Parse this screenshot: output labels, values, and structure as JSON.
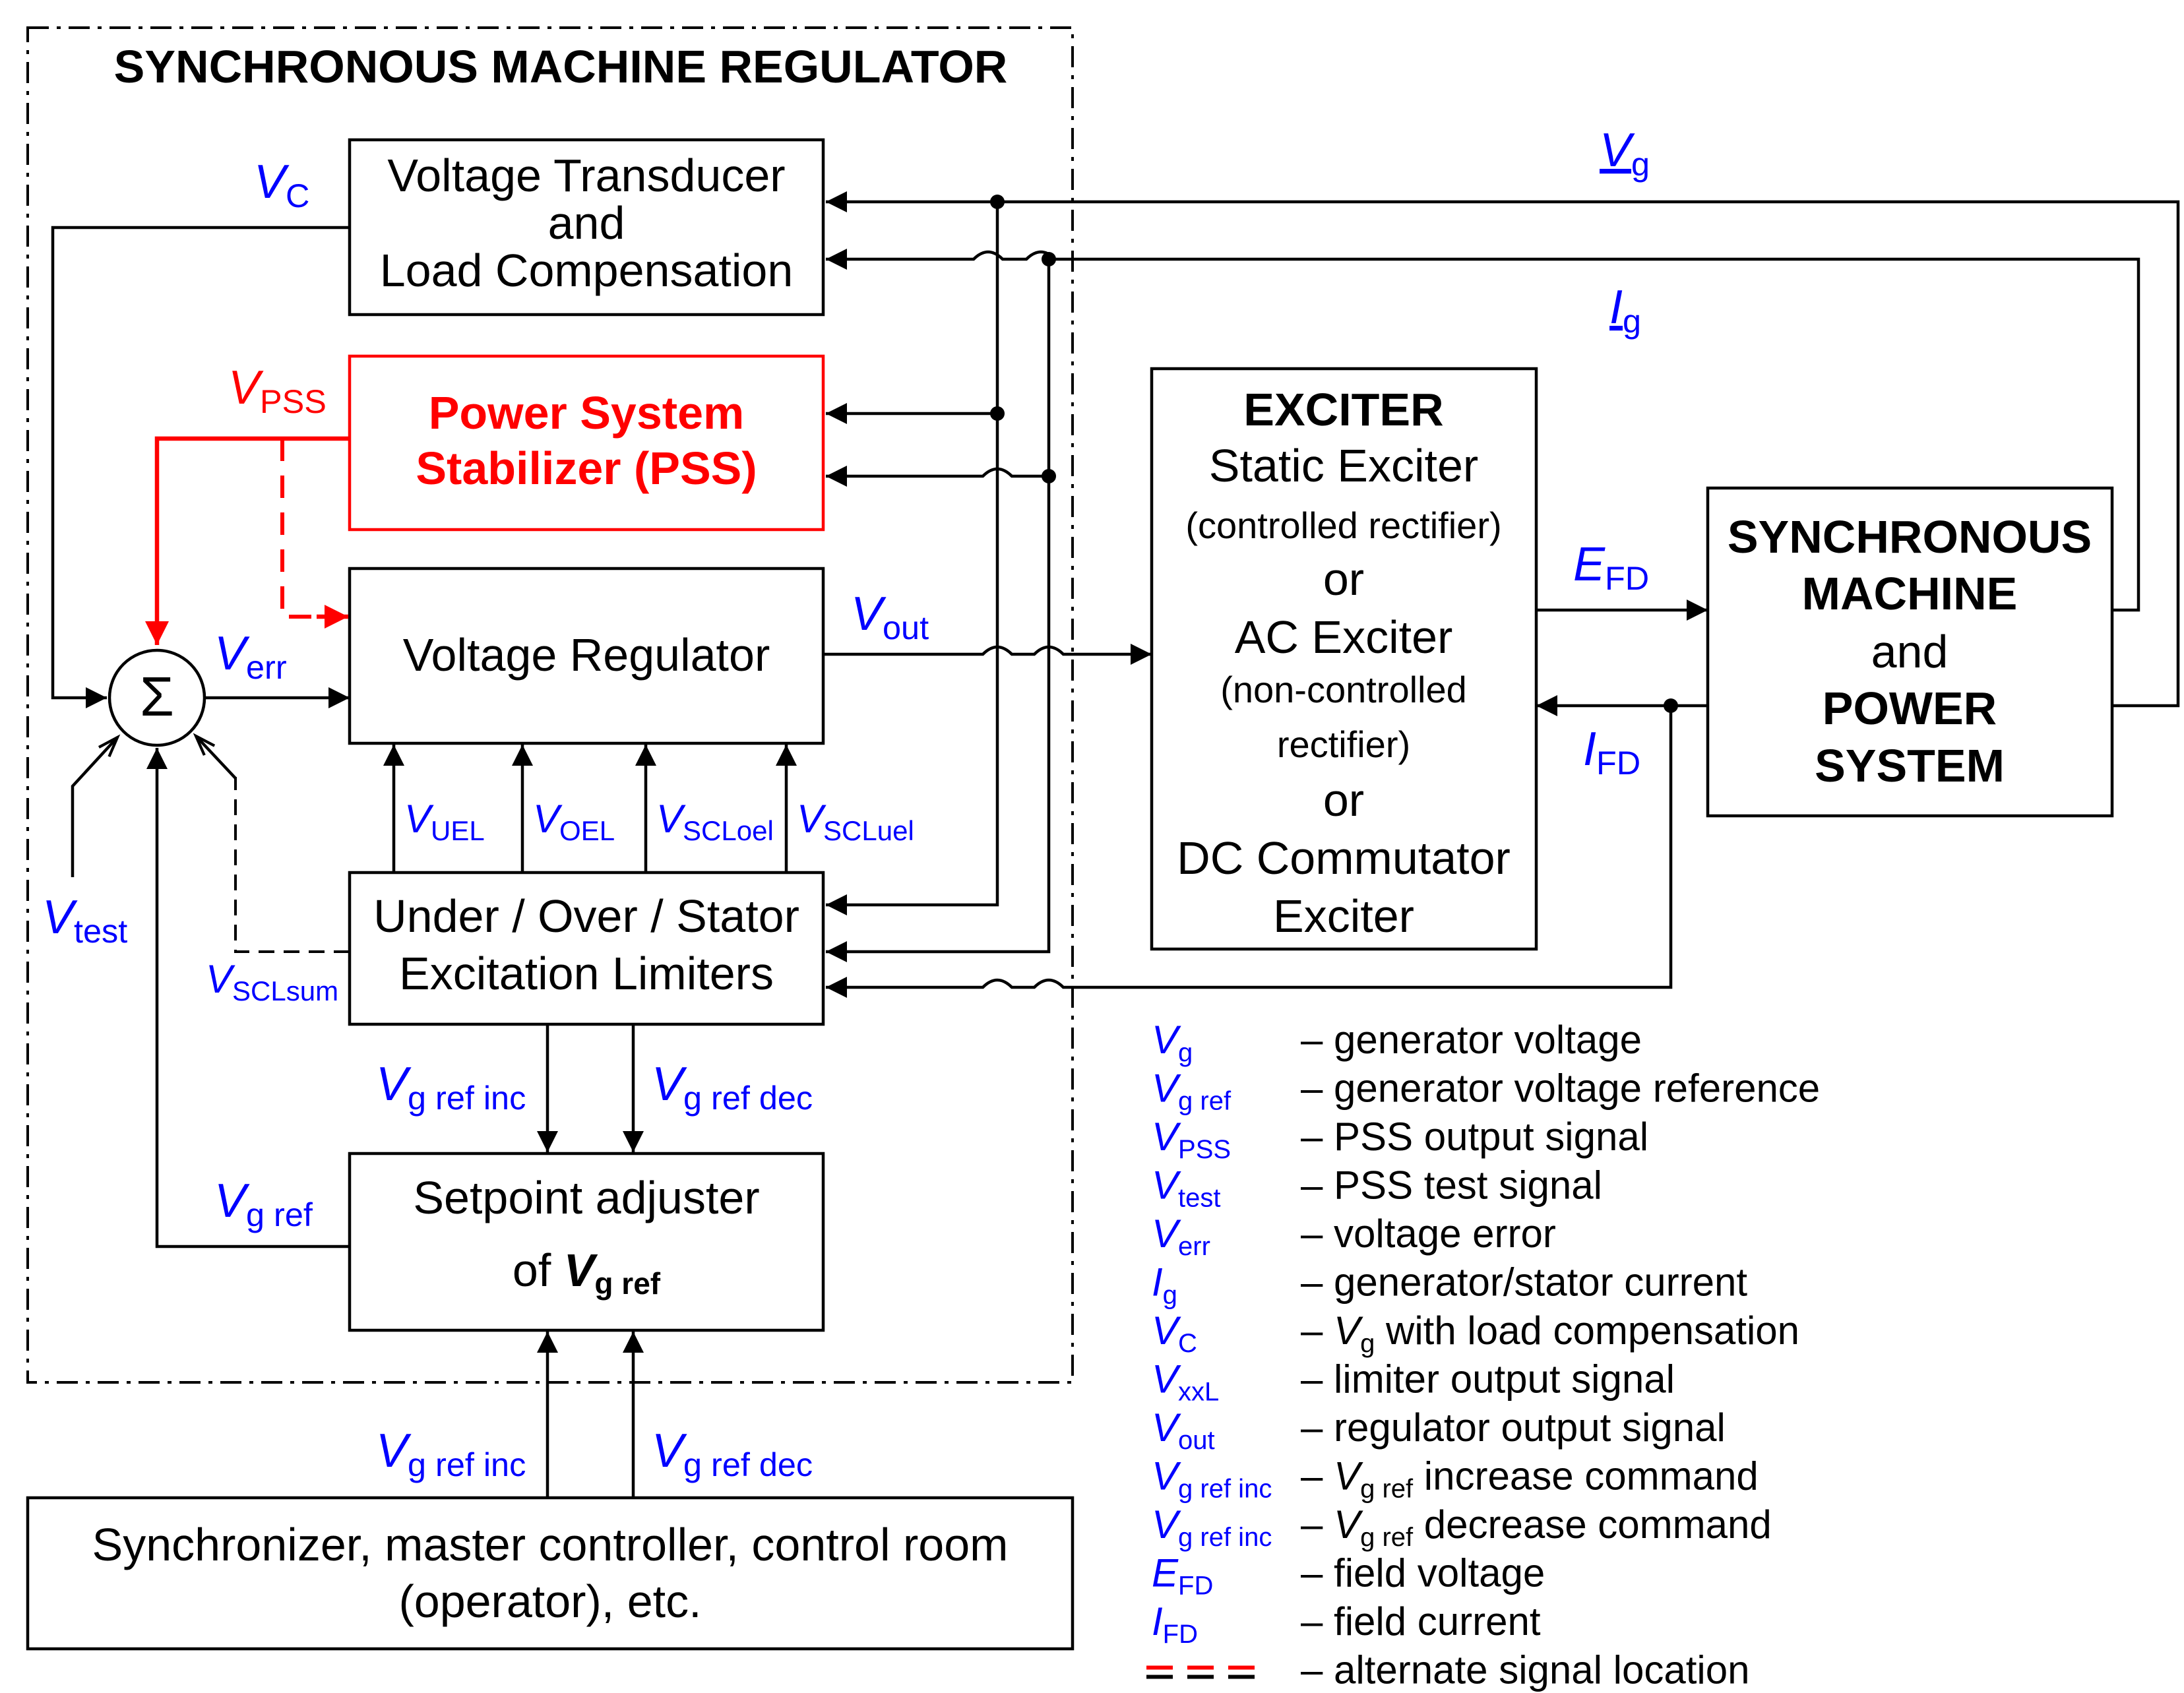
{
  "title": "SYNCHRONOUS MACHINE REGULATOR",
  "blocks": {
    "voltage_transducer": [
      "Voltage Transducer",
      "and",
      "Load Compensation"
    ],
    "pss": [
      "Power System",
      "Stabilizer (PSS)"
    ],
    "voltage_regulator": "Voltage Regulator",
    "limiters": [
      "Under / Over / Stator",
      "Excitation Limiters"
    ],
    "setpoint": {
      "line1": "Setpoint adjuster",
      "line2_prefix": "of ",
      "line2_sym": "V",
      "line2_sub": "g ref"
    },
    "synchronizer": [
      "Synchronizer, master controller, control room",
      "(operator), etc."
    ],
    "exciter": {
      "title": "EXCITER",
      "lines": [
        "Static Exciter",
        "(controlled rectifier)",
        "or",
        "AC Exciter",
        "(non-controlled",
        "rectifier)",
        "or",
        "DC Commutator",
        "Exciter"
      ]
    },
    "sync_machine": [
      "SYNCHRONOUS",
      "MACHINE",
      "and",
      "POWER",
      "SYSTEM"
    ],
    "summing_junction": "Σ"
  },
  "signals": {
    "vc": {
      "sym": "V",
      "sub": "C"
    },
    "vpss": {
      "sym": "V",
      "sub": "PSS"
    },
    "verr": {
      "sym": "V",
      "sub": "err"
    },
    "vout": {
      "sym": "V",
      "sub": "out"
    },
    "vtest": {
      "sym": "V",
      "sub": "test"
    },
    "vsclsum": {
      "sym": "V",
      "sub": "SCLsum"
    },
    "vuel": {
      "sym": "V",
      "sub": "UEL"
    },
    "voel": {
      "sym": "V",
      "sub": "OEL"
    },
    "vscloel": {
      "sym": "V",
      "sub": "SCLoel"
    },
    "vscluel": {
      "sym": "V",
      "sub": "SCLuel"
    },
    "vgrefinc": {
      "sym": "V",
      "sub": "g ref inc"
    },
    "vgrefdec": {
      "sym": "V",
      "sub": "g ref dec"
    },
    "vgref": {
      "sym": "V",
      "sub": "g ref"
    },
    "vg": {
      "sym": "V",
      "sub": "g"
    },
    "ig": {
      "sym": "I",
      "sub": "g"
    },
    "efd": {
      "sym": "E",
      "sub": "FD"
    },
    "ifd": {
      "sym": "I",
      "sub": "FD"
    }
  },
  "legend": [
    {
      "sym": "V",
      "sub": "g",
      "desc": "– generator voltage"
    },
    {
      "sym": "V",
      "sub": "g ref",
      "desc": "– generator voltage reference"
    },
    {
      "sym": "V",
      "sub": "PSS",
      "desc": "– PSS output signal"
    },
    {
      "sym": "V",
      "sub": "test",
      "desc": "– PSS test signal"
    },
    {
      "sym": "V",
      "sub": "err",
      "desc": "– voltage error"
    },
    {
      "sym": "I",
      "sub": "g",
      "desc": "– generator/stator current"
    },
    {
      "sym": "V",
      "sub": "C",
      "desc": "with load compensation",
      "desc_sym": "V",
      "desc_sub": "g"
    },
    {
      "sym": "V",
      "sub": "xxL",
      "desc": "– limiter output signal"
    },
    {
      "sym": "V",
      "sub": "out",
      "desc": "– regulator output signal"
    },
    {
      "sym": "V",
      "sub": "g ref inc",
      "desc": "increase command",
      "desc_sym": "V",
      "desc_sub": "g ref"
    },
    {
      "sym": "V",
      "sub": "g ref inc",
      "desc": "decrease command",
      "desc_sym": "V",
      "desc_sub": "g ref"
    },
    {
      "sym": "E",
      "sub": "FD",
      "desc": "– field voltage"
    },
    {
      "sym": "I",
      "sub": "FD",
      "desc": "– field current"
    },
    {
      "sym": "",
      "sub": "",
      "desc": "– alternate signal location"
    }
  ],
  "colors": {
    "signal": "#0000ff",
    "pss": "#ff0000",
    "line": "#000000"
  }
}
